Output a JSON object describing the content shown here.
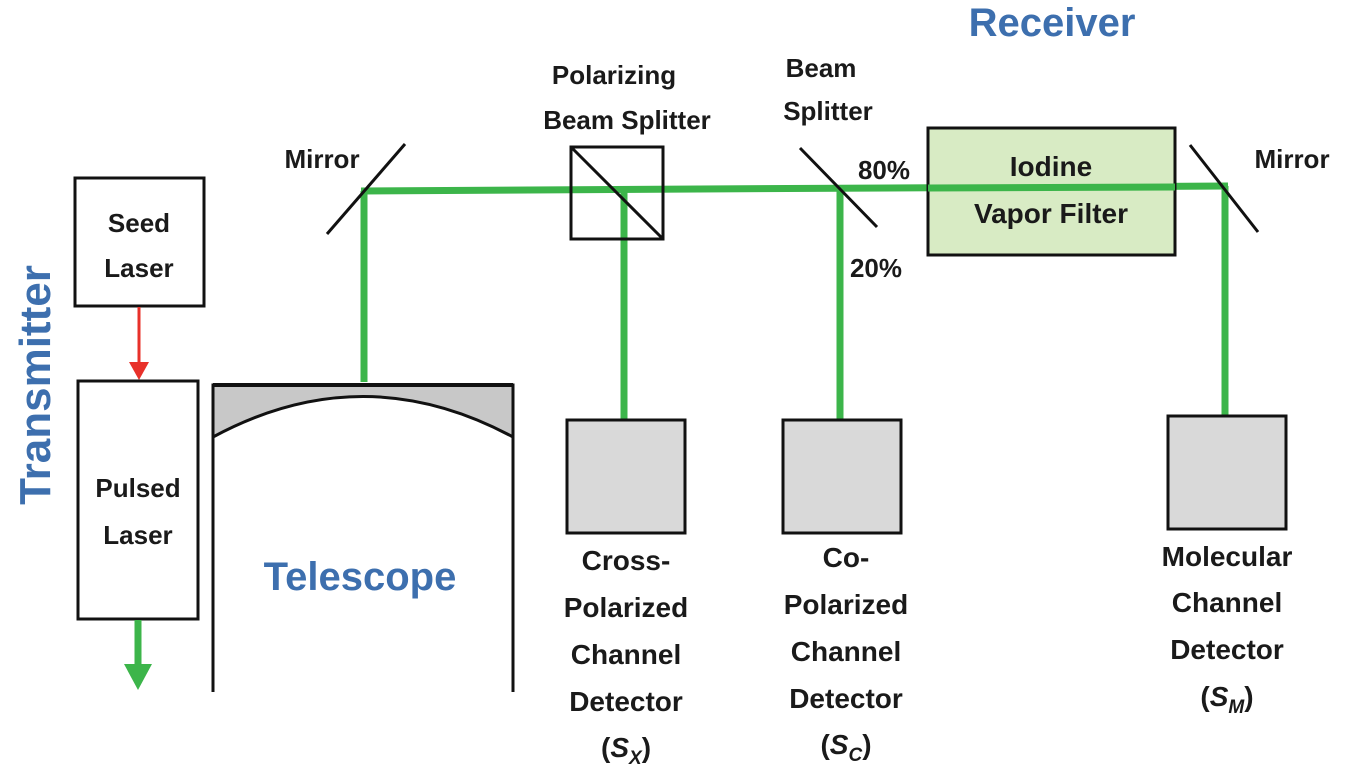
{
  "titles": {
    "receiver": "Receiver",
    "transmitter": "Transmitter",
    "telescope": "Telescope"
  },
  "components": {
    "seed_laser": [
      "Seed",
      "Laser"
    ],
    "pulsed_laser": [
      "Pulsed",
      "Laser"
    ],
    "polarizing_beam_splitter": [
      "Polarizing",
      "Beam Splitter"
    ],
    "beam_splitter": [
      "Beam",
      "Splitter"
    ],
    "mirror_left": "Mirror",
    "mirror_right": "Mirror",
    "iodine_filter": [
      "Iodine",
      "Vapor Filter"
    ],
    "split_80": "80%",
    "split_20": "20%"
  },
  "detectors": {
    "cross": {
      "lines": [
        "Cross-",
        "Polarized",
        "Channel",
        "Detector"
      ],
      "symbol": "S",
      "sub": "X"
    },
    "co": {
      "lines": [
        "Co-",
        "Polarized",
        "Channel",
        "Detector"
      ],
      "symbol": "S",
      "sub": "C"
    },
    "molecular": {
      "lines": [
        "Molecular",
        "Channel",
        "Detector"
      ],
      "symbol": "S",
      "sub": "M"
    }
  },
  "colors": {
    "beam": "#3cb54a",
    "seed_arrow": "#e8312a",
    "title_blue": "#3d6fae",
    "filter_fill": "#d8ebc4",
    "detector_fill": "#d9d9d9",
    "telescope_fill": "#c8c8c8"
  }
}
